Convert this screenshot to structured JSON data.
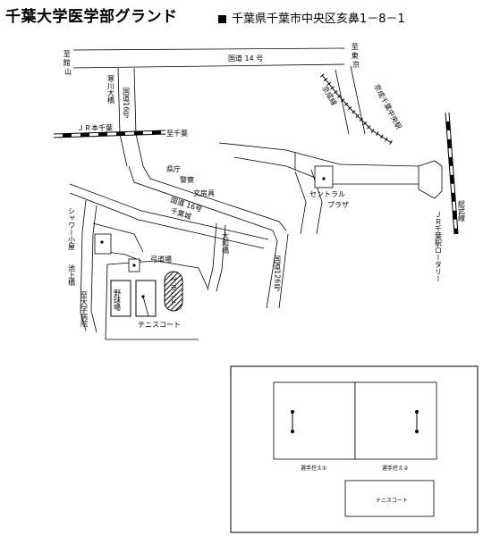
{
  "header": {
    "title": "千葉大学医学部グランド",
    "address": "千葉県千葉市中央区亥鼻1－8－1"
  },
  "map": {
    "labels": {
      "to_tateyama_1": "至",
      "to_tateyama_2": "館",
      "to_tateyama_3": "山",
      "to_tokyo_1": "至",
      "to_tokyo_2": "東",
      "to_tokyo_3": "京",
      "route14": "国道 14 号",
      "samukawa": "寒川大橋",
      "route16_north": "国道16号",
      "jr_hon_chiba": "ＪＲ本千葉",
      "to_chiba": "至千葉",
      "keisei_line": "京成線",
      "keisei_chuo": "京成千葉中央駅",
      "sobu_line": "総武線",
      "jr_chiba_rotary": "ＪＲ千葉駅ロータリー",
      "prefectural_office": "県庁",
      "police": "警察",
      "bunbogu": "文房具",
      "route16_south": "国道 16号",
      "chiba_castle": "千葉城",
      "central_plaza_1": "セントラル",
      "central_plaza_2": "プラザ",
      "daiwabashi": "大和橋",
      "route126": "国道126号",
      "shower": "シャワー小屋",
      "ikegami_bashi": "池上橋",
      "to_hospital": "至大学病院",
      "kyudojo": "弓道場",
      "yakyujo": "野球場",
      "tennis_court": "テニスコート",
      "ground": "グランド"
    }
  },
  "inset": {
    "field1": "選手控え①",
    "field2": "選手控え②",
    "tennis": "テニスコート"
  }
}
